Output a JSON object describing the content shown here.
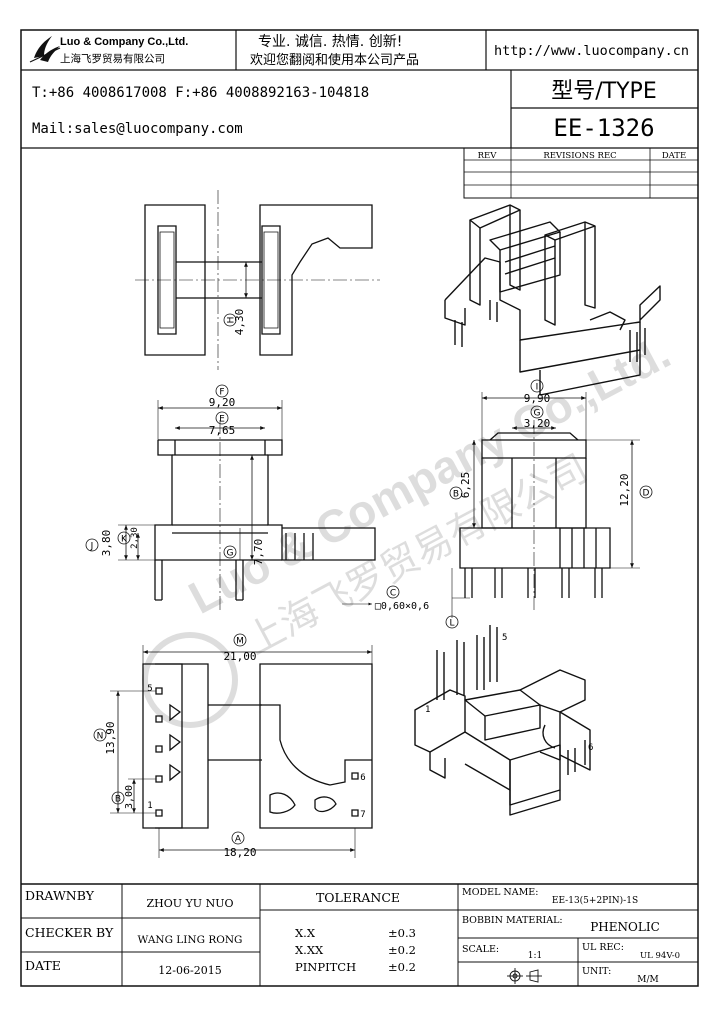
{
  "header": {
    "company_en": "Luo & Company Co.,Ltd.",
    "company_cn": "上海飞罗贸易有限公司",
    "slogan_1": "专业. 诚信.  热情.  创新!",
    "slogan_2": "欢迎您翻阅和使用本公司产品",
    "url": "http://www.luocompany.cn",
    "contact_phone": "T:+86 4008617008 F:+86 4008892163-104818",
    "contact_mail": "Mail:sales@luocompany.com",
    "type_label": "型号/TYPE",
    "type_value": "EE-1326"
  },
  "revisions": {
    "col_rev": "REV",
    "col_rec": "REVISIONS REC",
    "col_date": "DATE"
  },
  "watermark": {
    "en": "Luo & Company Co.,Ltd.",
    "cn": "上海飞罗贸易有限公司"
  },
  "dimensions": {
    "h_circle": "H",
    "h_value": "4,30",
    "f_circle": "F",
    "f_value": "9,20",
    "e_circle": "E",
    "e_value": "7,65",
    "j_circle": "J",
    "j_value": "3,80",
    "k_circle": "K",
    "k_value": "2,30",
    "g_circle": "G",
    "g_value": "7,70",
    "i_circle": "I",
    "i_value": "9,90",
    "gg_circle": "G",
    "gg_value": "3,20",
    "b_circle": "B",
    "b_value": "6,25",
    "d_circle": "D",
    "d_value": "12,20",
    "c_circle": "C",
    "c_value": "□0,60×0,6",
    "l_circle": "L",
    "m_circle": "M",
    "m_value": "21,00",
    "n_circle": "N",
    "n_value": "13,90",
    "bb_circle": "B",
    "bb_value": "3,00",
    "a_circle": "A",
    "a_value": "18,20",
    "pin_1": "1",
    "pin_5": "5",
    "pin_6": "6",
    "pin_7": "7",
    "iso_pin_1": "1",
    "iso_pin_5": "5",
    "iso_pin_6": "6"
  },
  "footer": {
    "drawnby_label": "DRAWNBY",
    "drawnby_value": "ZHOU YU NUO",
    "checker_label": "CHECKER BY",
    "checker_value": "WANG LING RONG",
    "date_label": "DATE",
    "date_value": "12-06-2015",
    "tolerance_label": "TOLERANCE",
    "tol_x": "X.X",
    "tol_x_val": "±0.3",
    "tol_xx": "X.XX",
    "tol_xx_val": "±0.2",
    "tol_pin": "PINPITCH",
    "tol_pin_val": "±0.2",
    "model_label": "MODEL NAME:",
    "model_value": "EE-13(5+2PIN)-1S",
    "bobbin_label": "BOBBIN MATERIAL:",
    "bobbin_value": "PHENOLIC",
    "scale_label": "SCALE:",
    "scale_value": "1:1",
    "ulrec_label": "UL REC:",
    "ulrec_value": "UL 94V-0",
    "unit_label": "UNIT:",
    "unit_value": "M/M"
  }
}
